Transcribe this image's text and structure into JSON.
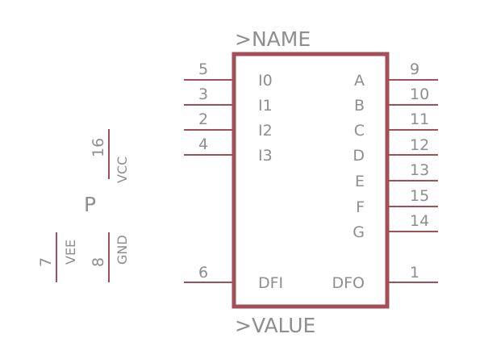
{
  "colors": {
    "body_stroke": "#a34f57",
    "pin_stroke": "#a34f57",
    "text": "#8e8e8e"
  },
  "symbol": {
    "name_placeholder": ">NAME",
    "value_placeholder": ">VALUE",
    "power_part_label": "P"
  },
  "left_pins": [
    {
      "number": "5",
      "name": "I0"
    },
    {
      "number": "3",
      "name": "I1"
    },
    {
      "number": "2",
      "name": "I2"
    },
    {
      "number": "4",
      "name": "I3"
    },
    {
      "number": "6",
      "name": "DFI"
    }
  ],
  "right_pins": [
    {
      "number": "9",
      "name": "A"
    },
    {
      "number": "10",
      "name": "B"
    },
    {
      "number": "11",
      "name": "C"
    },
    {
      "number": "12",
      "name": "D"
    },
    {
      "number": "13",
      "name": "E"
    },
    {
      "number": "15",
      "name": "F"
    },
    {
      "number": "14",
      "name": "G"
    },
    {
      "number": "1",
      "name": "DFO"
    }
  ],
  "power_pins": [
    {
      "number": "16",
      "name": "VCC"
    },
    {
      "number": "7",
      "name": "VEE"
    },
    {
      "number": "8",
      "name": "GND"
    }
  ]
}
